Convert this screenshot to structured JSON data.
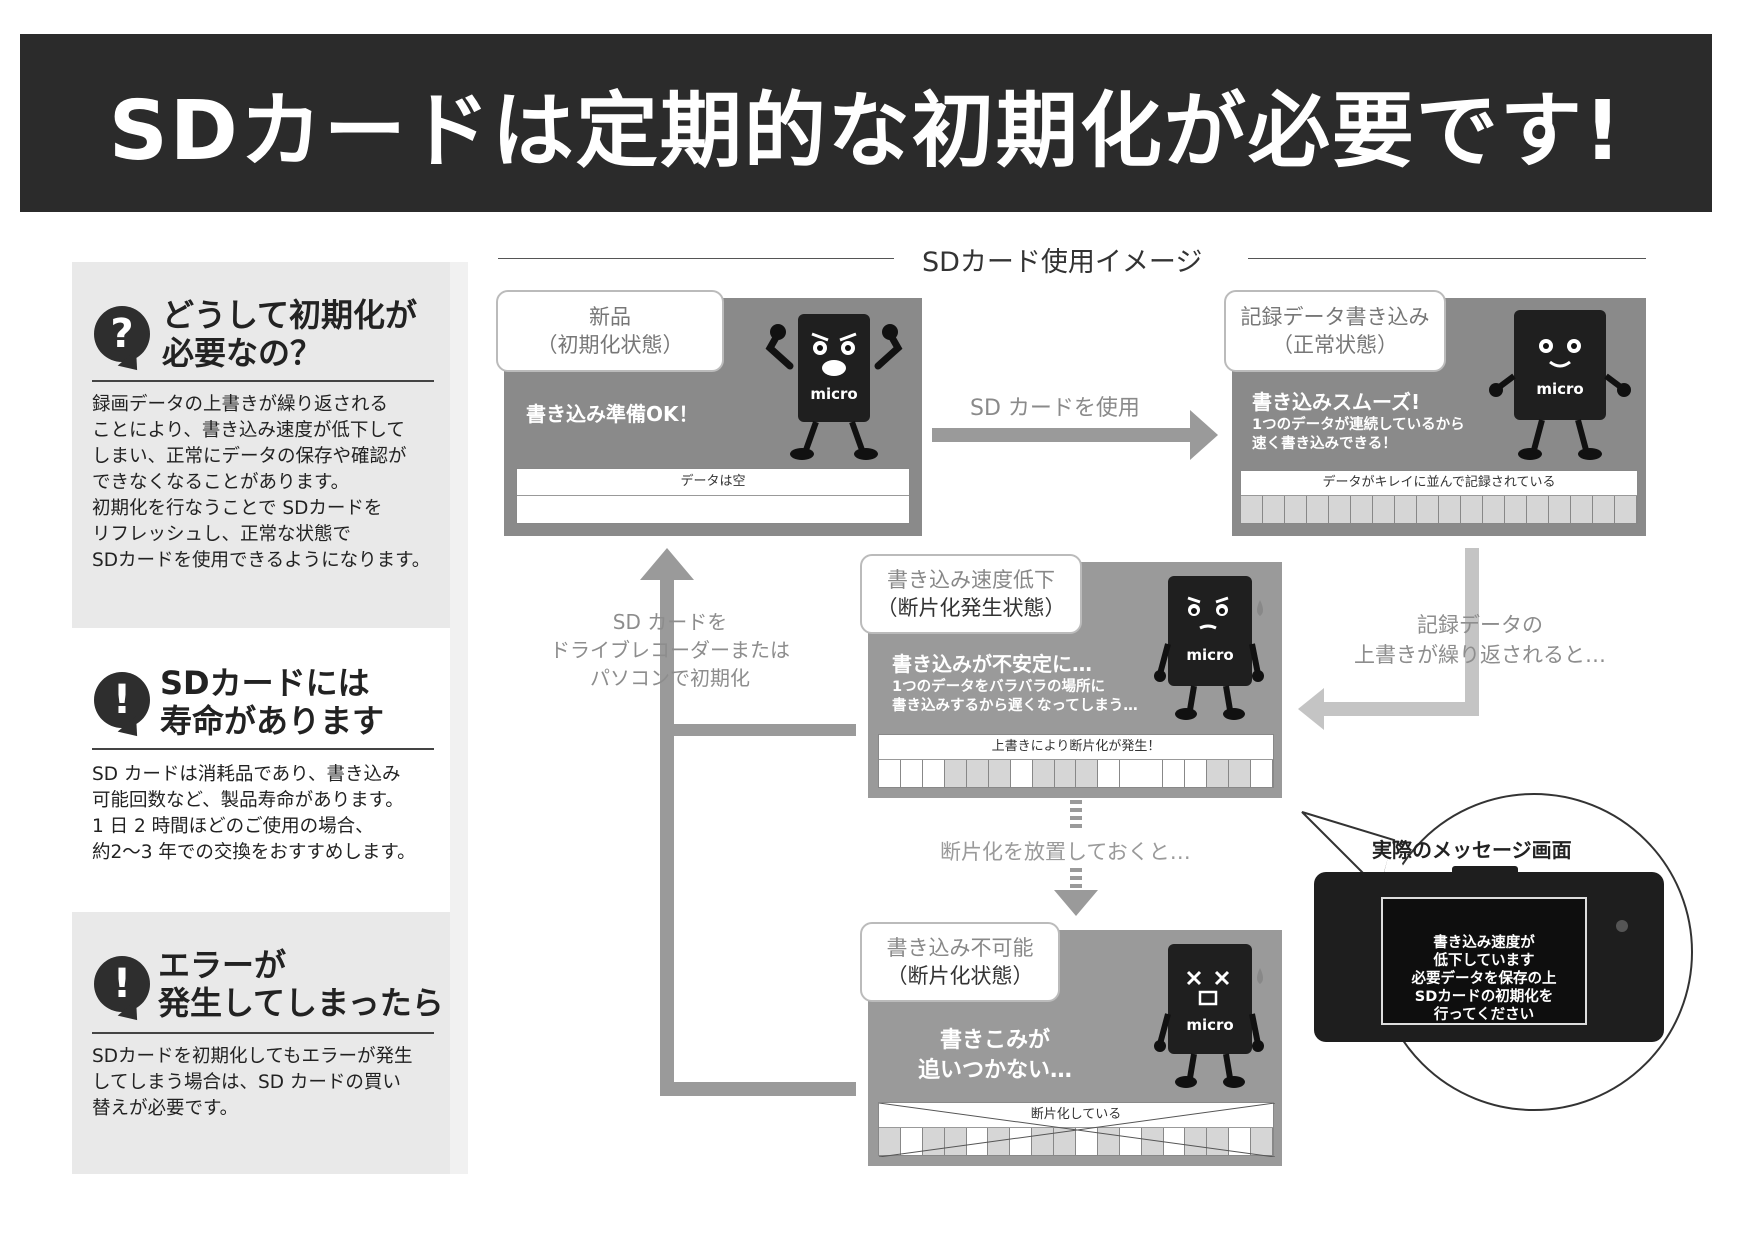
{
  "banner": {
    "title": "SDカードは定期的な初期化が必要です!"
  },
  "left": {
    "sections": [
      {
        "icon": "question-icon",
        "icon_glyph": "?",
        "title": "どうして初期化が\n必要なの？",
        "body": "録画データの上書きが繰り返される\nことにより、書き込み速度が低下して\nしまい、正常にデータの保存や確認が\nできなくなることがあります。\n初期化を行なうことで SDカードを\nリフレッシュし、正常な状態で\nSDカードを使用できるようになります。"
      },
      {
        "icon": "exclamation-icon",
        "icon_glyph": "!",
        "title": "SDカードには\n寿命があります",
        "body": "SD カードは消耗品であり、書き込み\n可能回数など、製品寿命があります。\n1 日 2 時間ほどのご使用の場合、\n約2～3 年での交換をおすすめします。"
      },
      {
        "icon": "exclamation-icon",
        "icon_glyph": "!",
        "title": "エラーが\n発生してしまったら",
        "body": "SDカードを初期化してもエラーが発生\nしてしまう場合は、SD カードの買い\n替えが必要です。"
      }
    ]
  },
  "diagram": {
    "heading": "SDカード使用イメージ",
    "panels": {
      "new": {
        "label_line1": "新品",
        "label_line2": "（初期化状態）",
        "message": "書き込み準備OK！",
        "bar_label": "データは空"
      },
      "normal": {
        "label_line1": "記録データ書き込み",
        "label_line2": "（正常状態）",
        "message": "書き込みスムーズ!",
        "sub": "1つのデータが連続しているから\n速く書き込みできる！",
        "bar_label": "データがキレイに並んで記録されている"
      },
      "slow": {
        "label_line1": "書き込み速度低下",
        "label_line2": "（断片化発生状態）",
        "message": "書き込みが不安定に…",
        "sub": "1つのデータをバラバラの場所に\n書き込みするから遅くなってしまう…",
        "bar_label": "上書きにより断片化が発生！"
      },
      "fail": {
        "label_line1": "書き込み不可能",
        "label_line2": "（断片化状態）",
        "message": "書きこみが\n追いつかない…",
        "bar_label": "断片化している"
      }
    },
    "flows": {
      "use": "SD カードを使用",
      "overwrite": "記録データの\n上書きが繰り返されると…",
      "leave": "断片化を放置しておくと…",
      "format": "SD カードを\nドライブレコーダーまたは\nパソコンで初期化"
    },
    "mascot_logo": "micro",
    "callout": {
      "title": "実際のメッセージ画面",
      "screen_text": "書き込み速度が\n低下しています\n必要データを保存の上\nSDカードの初期化を\n行ってください"
    }
  }
}
